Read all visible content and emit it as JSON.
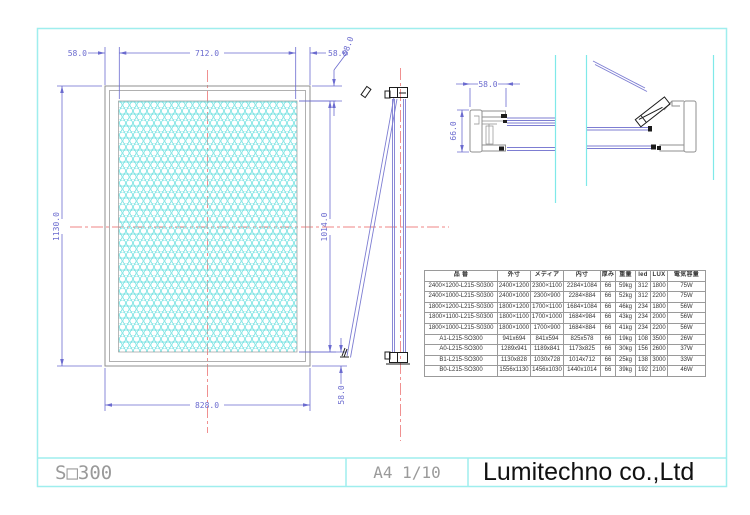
{
  "title_block": {
    "drawing_number": "S□300",
    "format_scale": "A4 1/10",
    "company": "Lumitechno co.,Ltd"
  },
  "front_view": {
    "dim_top_left": "58.0",
    "dim_top_center": "712.0",
    "dim_top_right": "58.0",
    "dim_top_corner": "58.0",
    "dim_left": "1130.0",
    "dim_right": "1014.0",
    "dim_bottom": "828.0",
    "dim_bottom_right": "58.0"
  },
  "section_detail": {
    "dim_width": "58.0",
    "dim_height": "66.0"
  },
  "spec_table": {
    "headers": [
      "品 番",
      "外寸",
      "メディア",
      "内寸",
      "厚み",
      "重量",
      "led",
      "LUX",
      "電気容量"
    ],
    "rows": [
      [
        "2400×1200-L215-S0300",
        "2400×1200",
        "2300×1100",
        "2284×1084",
        "66",
        "59kg",
        "312",
        "1800",
        "75W"
      ],
      [
        "2400×1000-L215-S0300",
        "2400×1000",
        "2300×900",
        "2284×884",
        "66",
        "52kg",
        "312",
        "2200",
        "75W"
      ],
      [
        "1800×1200-L215-S0300",
        "1800×1200",
        "1700×1100",
        "1684×1084",
        "66",
        "46kg",
        "234",
        "1800",
        "56W"
      ],
      [
        "1800×1100-L215-S0300",
        "1800×1100",
        "1700×1000",
        "1684×984",
        "66",
        "43kg",
        "234",
        "2000",
        "56W"
      ],
      [
        "1800×1000-L215-S0300",
        "1800×1000",
        "1700×900",
        "1684×884",
        "66",
        "41kg",
        "234",
        "2200",
        "56W"
      ],
      [
        "A1-L215-SO300",
        "941x694",
        "841x594",
        "825x578",
        "66",
        "19kg",
        "108",
        "3500",
        "26W"
      ],
      [
        "A0-L215-SO300",
        "1289x941",
        "1189x841",
        "1173x825",
        "66",
        "30kg",
        "156",
        "2600",
        "37W"
      ],
      [
        "B1-L215-SO300",
        "1130x828",
        "1030x728",
        "1014x712",
        "66",
        "25kg",
        "138",
        "3000",
        "33W"
      ],
      [
        "B0-L215-SO300",
        "1556x1130",
        "1456x1030",
        "1440x1014",
        "66",
        "39kg",
        "192",
        "2100",
        "46W"
      ]
    ]
  },
  "colors": {
    "dimension_blue": "#6b6bcf",
    "centerline_red": "#ef8585",
    "page_border_cyan": "#9feeee",
    "honeycomb_cyan": "#63dede",
    "frame_gray": "#8f8f8f",
    "panel_blue": "#7d7dd2"
  }
}
